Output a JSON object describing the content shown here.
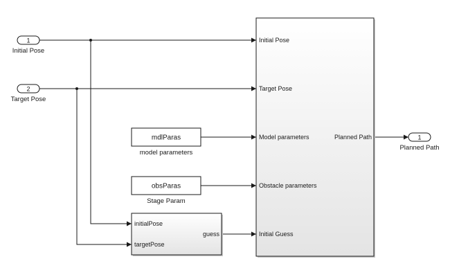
{
  "inports": [
    {
      "number": "1",
      "label": "Initial Pose"
    },
    {
      "number": "2",
      "label": "Target Pose"
    }
  ],
  "outport": {
    "number": "1",
    "label": "Planned Path"
  },
  "constants": [
    {
      "value": "mdlParas",
      "label": "model parameters"
    },
    {
      "value": "obsParas",
      "label": "Stage Param"
    }
  ],
  "guess_block": {
    "inputs": [
      "initialPose",
      "targetPose"
    ],
    "output": "guess"
  },
  "planner": {
    "inputs": [
      "Initial Pose",
      "Target Pose",
      "Model parameters",
      "Obstacle parameters",
      "Initial Guess"
    ],
    "output": "Planned Path"
  }
}
